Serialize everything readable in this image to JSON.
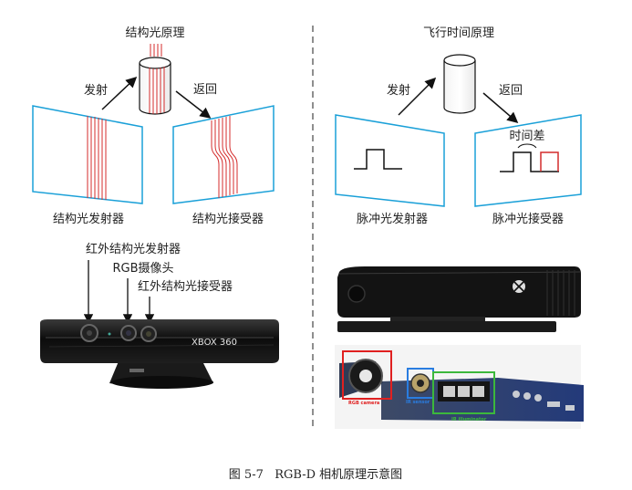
{
  "left": {
    "title": "结构光原理",
    "emit_arrow": "发射",
    "return_arrow": "返回",
    "emitter": "结构光发射器",
    "receiver": "结构光接受器"
  },
  "right": {
    "title": "飞行时间原理",
    "emit_arrow": "发射",
    "return_arrow": "返回",
    "time_diff": "时间差",
    "emitter": "脉冲光发射器",
    "receiver": "脉冲光接受器"
  },
  "kinect360": {
    "ir_emitter": "红外结构光发射器",
    "rgb_camera": "RGB摄像头",
    "ir_receiver": "红外结构光接受器",
    "brand": "XBOX 360"
  },
  "kinect_v2": {
    "rgb_label": "RGB camera",
    "ir_sensor_label": "IR sensor",
    "ir_illuminator_label": "IR illuminator"
  },
  "caption": "图 5-7   RGB-D 相机原理示意图",
  "colors": {
    "laser_red": "#d42b2b",
    "panel_cyan": "#1aa0d8",
    "rgb_box": "#e02020",
    "ir_sensor_box": "#2a7de0",
    "ir_illum_box": "#3cb83c"
  }
}
